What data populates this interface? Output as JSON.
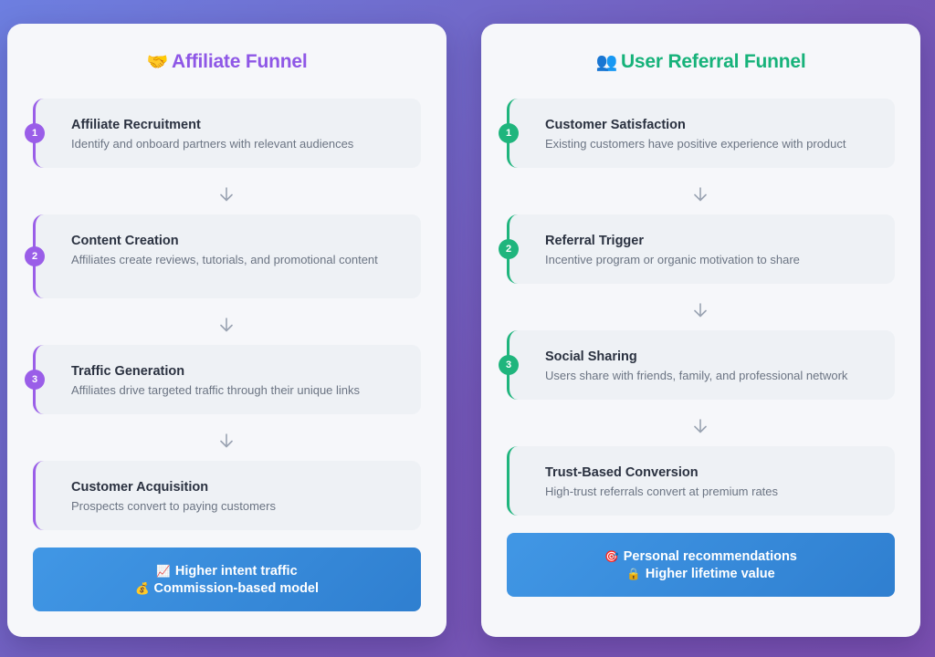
{
  "affiliate": {
    "title_icon": "🤝",
    "title": "Affiliate Funnel",
    "steps": [
      {
        "number": "1",
        "title": "Affiliate Recruitment",
        "description": "Identify and onboard partners with relevant audiences"
      },
      {
        "number": "2",
        "title": "Content Creation",
        "description": "Affiliates create reviews, tutorials, and promotional content"
      },
      {
        "number": "3",
        "title": "Traffic Generation",
        "description": "Affiliates drive targeted traffic through their unique links"
      },
      {
        "number": "",
        "title": "Customer Acquisition",
        "description": "Prospects convert to paying customers"
      }
    ],
    "summary": [
      {
        "icon": "📈",
        "text": "Higher intent traffic"
      },
      {
        "icon": "💰",
        "text": "Commission-based model"
      }
    ]
  },
  "referral": {
    "title_icon": "👥",
    "title": "User Referral Funnel",
    "steps": [
      {
        "number": "1",
        "title": "Customer Satisfaction",
        "description": "Existing customers have positive experience with product"
      },
      {
        "number": "2",
        "title": "Referral Trigger",
        "description": "Incentive program or organic motivation to share"
      },
      {
        "number": "3",
        "title": "Social Sharing",
        "description": "Users share with friends, family, and professional network"
      },
      {
        "number": "",
        "title": "Trust-Based Conversion",
        "description": "High-trust referrals convert at premium rates"
      }
    ],
    "summary": [
      {
        "icon": "🎯",
        "text": "Personal recommendations"
      },
      {
        "icon": "🔒",
        "text": "Higher lifetime value"
      }
    ]
  },
  "colors": {
    "affiliate_accent": "#9a5ee8",
    "referral_accent": "#1fb57d",
    "summary_blue": "#3a8bdc"
  },
  "icons": {
    "affiliate_title": "handshake-icon",
    "referral_title": "users-icon",
    "arrow": "arrow-down-icon",
    "affiliate_summary": [
      "chart-up-icon",
      "money-bag-icon"
    ],
    "referral_summary": [
      "target-icon",
      "lock-icon"
    ]
  }
}
